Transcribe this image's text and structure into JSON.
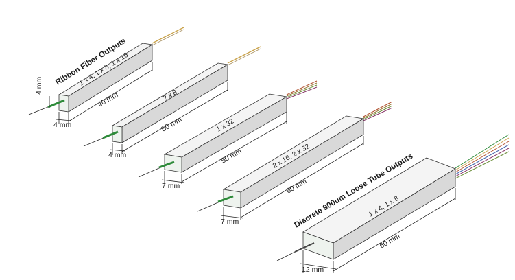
{
  "headings": {
    "ribbon": "Ribbon Fiber Outputs",
    "loose_tube": "Discrete 900um Loose Tube Outputs"
  },
  "modules": [
    {
      "id": "m1",
      "config": "1 x 4, 1 x 8, 1 x 16",
      "length": "40 mm",
      "width": "4 mm",
      "height": "4 mm",
      "output": "ribbon"
    },
    {
      "id": "m2",
      "config": "2 x 8",
      "length": "50 mm",
      "width": "4 mm",
      "output": "ribbon"
    },
    {
      "id": "m3",
      "config": "1 x 32",
      "length": "50 mm",
      "width": "7 mm",
      "output": "ribbon"
    },
    {
      "id": "m4",
      "config": "2 x 16, 2 x 32",
      "length": "60 mm",
      "width": "7 mm",
      "output": "ribbon"
    },
    {
      "id": "m5",
      "config": "1 x 4, 1 x 8",
      "length": "60 mm",
      "width": "12 mm",
      "output": "loose-tube"
    }
  ],
  "colors": {
    "box_top": "#f4f4f4",
    "box_front": "#d9d9d9",
    "box_end": "#eef3ee",
    "input_fiber": "#2e8b3a",
    "output_fiber": "#c9a24a",
    "ribbon_fibers": [
      "#b0502e",
      "#9a7a3a",
      "#6b8e3a",
      "#8a3a6b"
    ],
    "loose_tube_fibers": [
      "#2e8b3a",
      "#c9a24a",
      "#b0502e",
      "#4a6bb0",
      "#8a3a6b",
      "#6b8e3a"
    ]
  }
}
